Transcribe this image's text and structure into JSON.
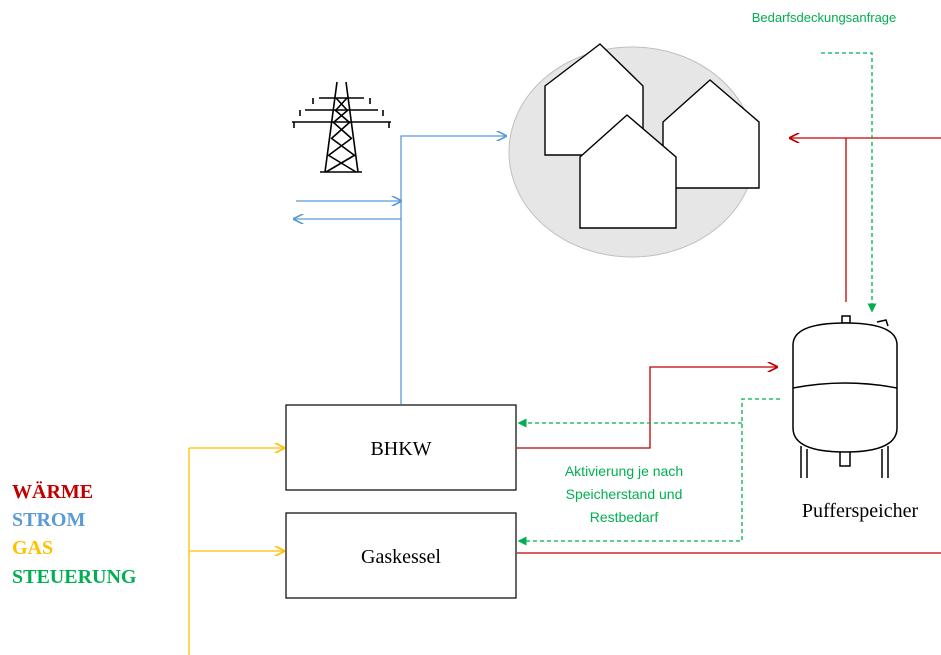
{
  "colors": {
    "waerme": "#c00000",
    "strom": "#5b9bd5",
    "gas": "#ffc000",
    "steuerung": "#00b050",
    "line": "#000000",
    "cluster_fill": "#e7e6e6"
  },
  "labels": {
    "demand_request": "Bedarfsdeckungsanfrage",
    "bhkw": "BHKW",
    "boiler": "Gaskessel",
    "storage": "Pufferspeicher",
    "activation_line1": "Aktivierung je nach",
    "activation_line2": "Speicherstand und",
    "activation_line3": "Restbedarf"
  },
  "legend": {
    "waerme": "WÄRME",
    "strom": "STROM",
    "gas": "GAS",
    "steuerung": "STEUERUNG"
  },
  "icons": {
    "pylon": "power-pylon-icon",
    "houses": "houses-icon",
    "tank": "buffer-tank-icon"
  }
}
